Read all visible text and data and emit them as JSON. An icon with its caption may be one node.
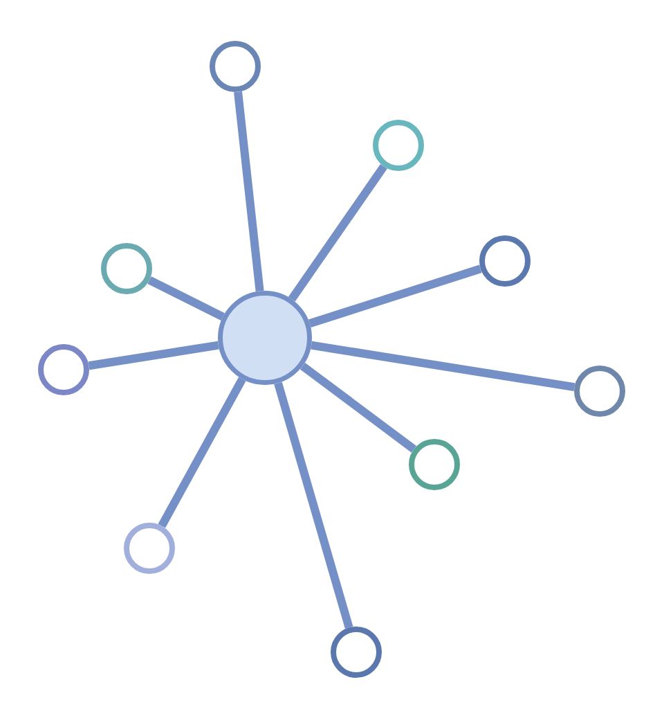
{
  "diagram": {
    "nodes": [
      {
        "text": [],
        "shape": "circle"
      },
      {
        "text": [],
        "shape": "circle"
      },
      {
        "text": [],
        "shape": "circle"
      },
      {
        "text": [],
        "shape": "circle"
      },
      {
        "text": [],
        "shape": "circle"
      },
      {
        "text": [],
        "shape": "circle"
      },
      {
        "text": [],
        "shape": "circle"
      },
      {
        "text": [],
        "shape": "circle"
      },
      {
        "text": [],
        "shape": "circle"
      },
      {
        "text": [],
        "shape": "circle"
      }
    ],
    "edges": [
      {
        "from": 0,
        "to": 1,
        "arrow": "none"
      },
      {
        "from": 0,
        "to": 2,
        "arrow": "none"
      },
      {
        "from": 0,
        "to": 3,
        "arrow": "none"
      },
      {
        "from": 0,
        "to": 4,
        "arrow": "none"
      },
      {
        "from": 0,
        "to": 5,
        "arrow": "none"
      },
      {
        "from": 0,
        "to": 6,
        "arrow": "none"
      },
      {
        "from": 0,
        "to": 7,
        "arrow": "none"
      },
      {
        "from": 0,
        "to": 8,
        "arrow": "none"
      },
      {
        "from": 0,
        "to": 9,
        "arrow": "none"
      }
    ]
  }
}
